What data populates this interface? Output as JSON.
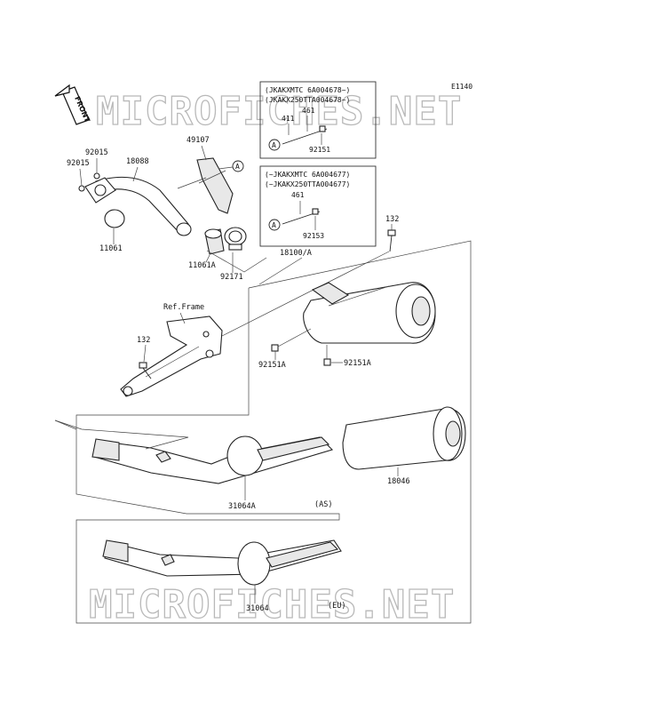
{
  "diagram_code": "E1140",
  "watermark": "MICROFICHES.NET",
  "front_label": "FRONT",
  "callout_letter": "A",
  "boxes": {
    "upper": {
      "line1": "(JKAKXMTC 6A004678~)",
      "line2": "(JKAKX250TTA004678~)"
    },
    "lower": {
      "line1": "(~JKAKXMTC 6A004677)",
      "line2": "(~JKAKX250TTA004677)"
    }
  },
  "parts": {
    "p411": "411",
    "p461a": "461",
    "p461b": "461",
    "p92151": "92151",
    "p92153": "92153",
    "p92015a": "92015",
    "p92015b": "92015",
    "p18088": "18088",
    "p49107": "49107",
    "p11061": "11061",
    "p11061A": "11061A",
    "p92171": "92171",
    "p132a": "132",
    "p132b": "132",
    "p18100A": "18100/A",
    "refFrame": "Ref.Frame",
    "p92151Aa": "92151A",
    "p92151Ab": "92151A",
    "p18046": "18046",
    "p31064A": "31064A",
    "p31064": "31064"
  },
  "variants": {
    "as": "(AS)",
    "eu": "(EU)"
  }
}
